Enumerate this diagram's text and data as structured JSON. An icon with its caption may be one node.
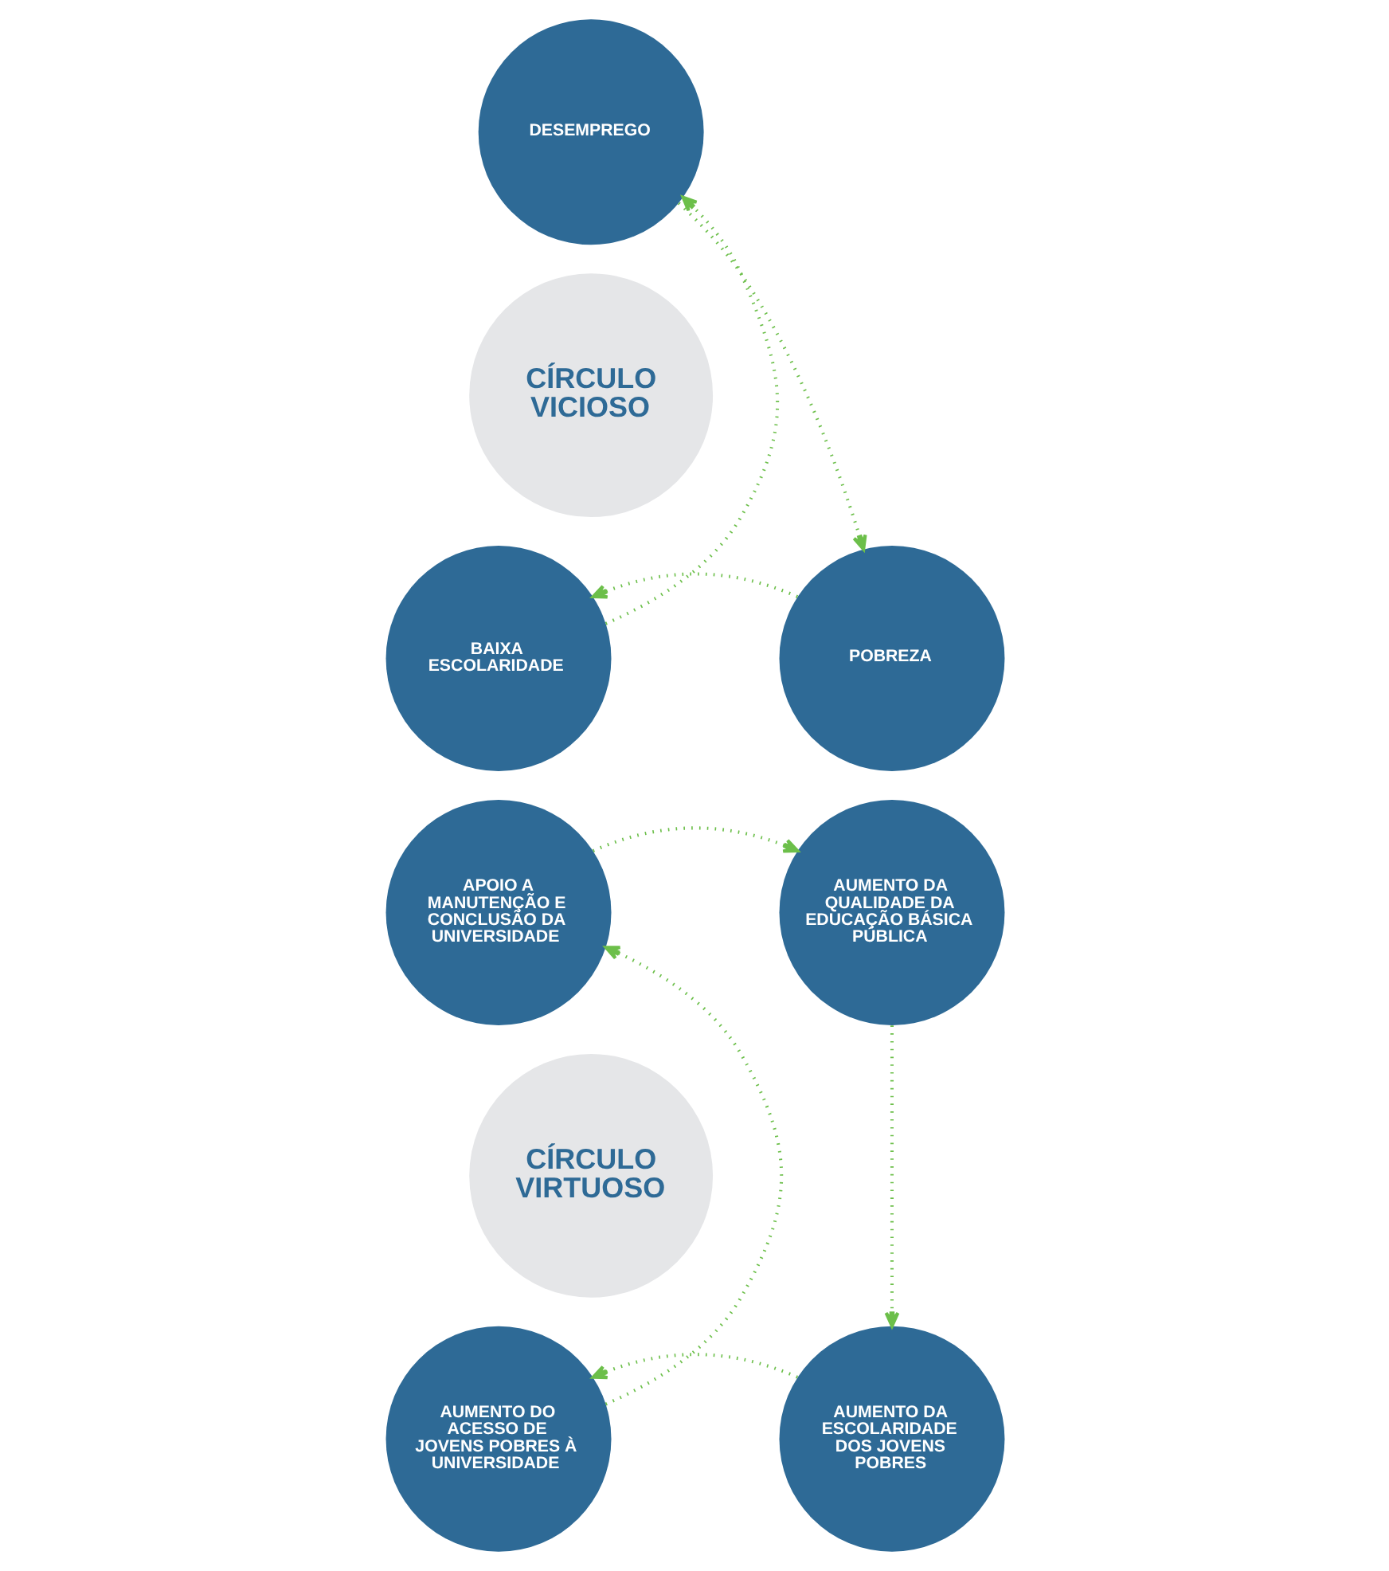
{
  "diagram": {
    "nodes": [
      {
        "text": [
          "CÍRCULO VICIOSO"
        ]
      },
      {
        "text": [
          "DESEMPREGO"
        ]
      },
      {
        "text": [
          "POBREZA"
        ]
      },
      {
        "text": [
          "BAIXA ESCOLARIDADE"
        ]
      },
      {
        "text": [
          "CÍRCULO VIRTUOSO"
        ]
      },
      {
        "text": [
          "APOIO A MANUTENÇÃO E CONCLUSÃO DA UNIVERSIDADE"
        ]
      },
      {
        "text": [
          "AUMENTO DA QUALIDADE DA EDUCAÇÃO BÁSICA PÚBLICA"
        ]
      },
      {
        "text": [
          "AUMENTO DA ESCOLARIDADE DOS JOVENS POBRES"
        ]
      },
      {
        "text": [
          "AUMENTO DO ACESSO DE JOVENS POBRES À UNIVERSIDADE"
        ]
      }
    ],
    "edges": [
      {
        "from": 1,
        "to": 2,
        "arrow": "to"
      },
      {
        "from": 2,
        "to": 3,
        "arrow": "to"
      },
      {
        "from": 3,
        "to": 1,
        "arrow": "to"
      },
      {
        "from": 5,
        "to": 6,
        "arrow": "to"
      },
      {
        "from": 6,
        "to": 7,
        "arrow": "to"
      },
      {
        "from": 7,
        "to": 8,
        "arrow": "to"
      },
      {
        "from": 8,
        "to": 5,
        "arrow": "to"
      }
    ]
  }
}
